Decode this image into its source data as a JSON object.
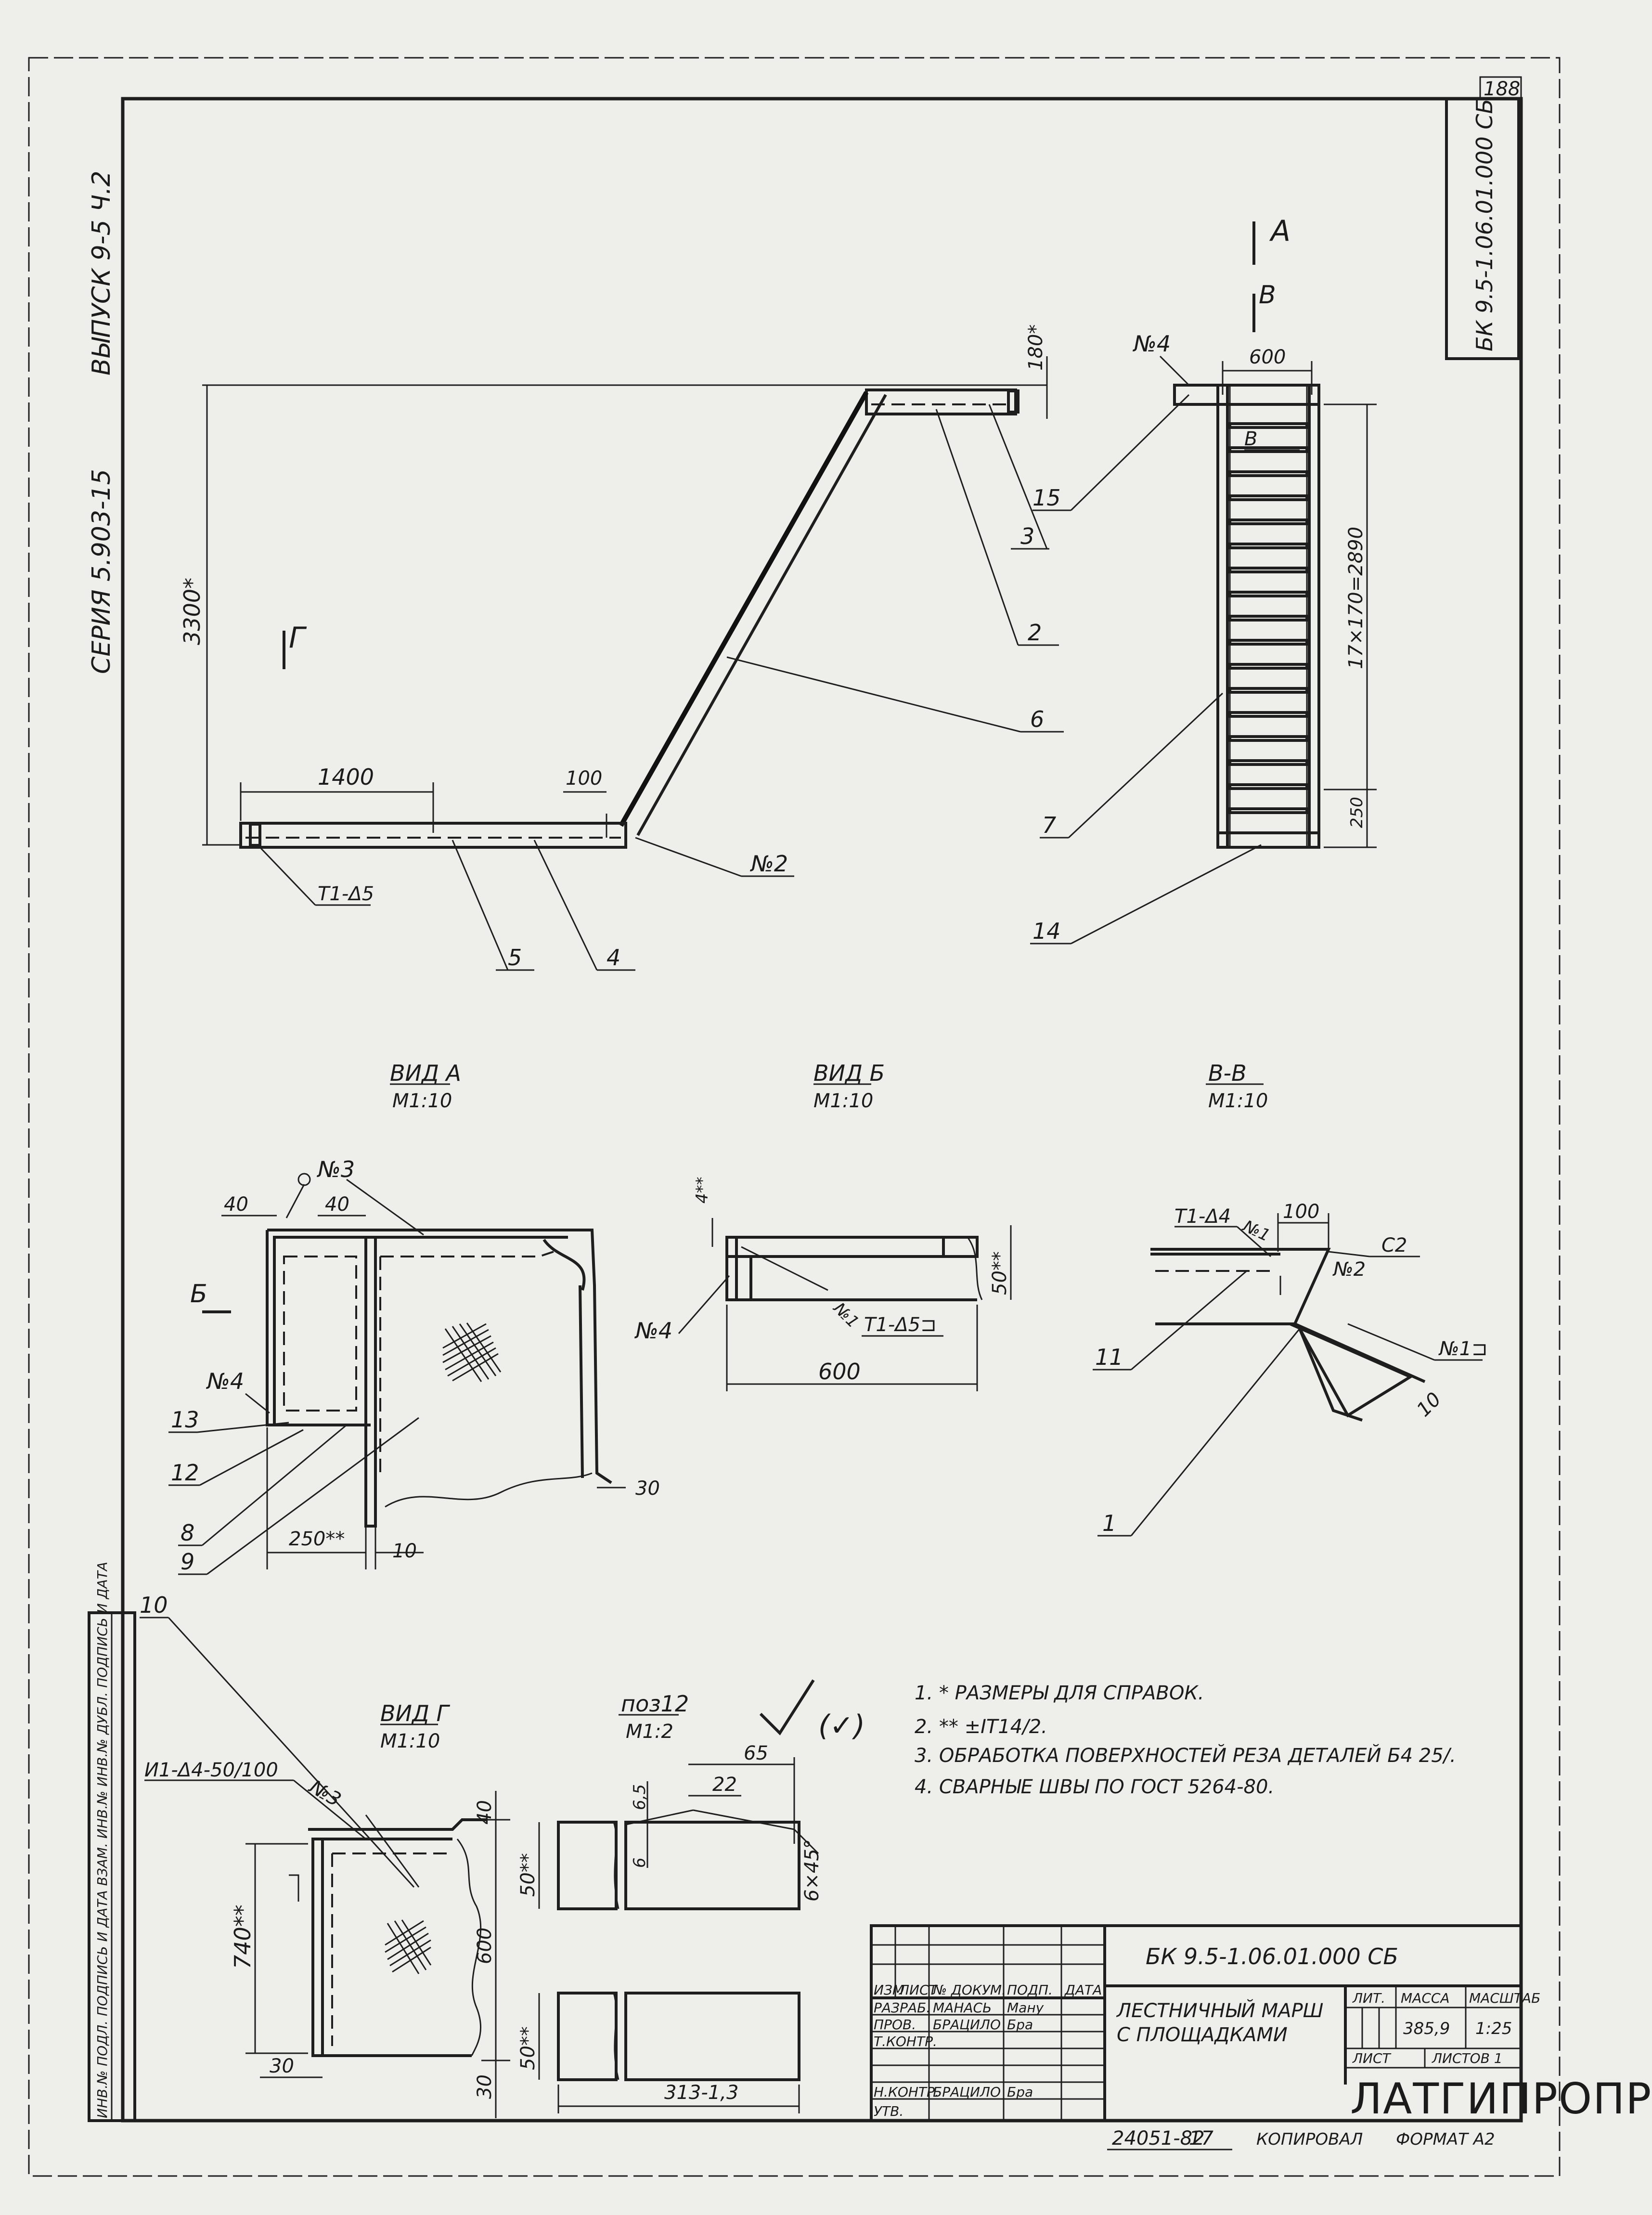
{
  "sheet_number": "188",
  "series_label": "СЕРИЯ 5.903-15",
  "issue_label": "ВЫПУСК 9-5 Ч.2",
  "side_stamp_code": "БК 9.5-1.06.01.000 СБ",
  "view_marks": {
    "a": "А",
    "g": "Г",
    "v": "В",
    "b": "Б"
  },
  "main_view": {
    "height_dim": "3300*",
    "top_dim": "180*",
    "landing_len": "1400",
    "gap_dim": "100",
    "weld_tag_left": "Т1-Δ5",
    "weld_tag_node2": "№2",
    "leaders": [
      "15",
      "3",
      "2",
      "6",
      "5",
      "4"
    ]
  },
  "section_view": {
    "node4": "№4",
    "width_dim": "600",
    "steps_dim": "17×170=2890",
    "bottom_dim": "250",
    "leaders": [
      "7",
      "14"
    ]
  },
  "view_titles": [
    {
      "name": "ВИД А",
      "scale": "М1:10"
    },
    {
      "name": "ВИД Б",
      "scale": "М1:10"
    },
    {
      "name": "В-В",
      "scale": "М1:10"
    }
  ],
  "detail_a": {
    "node3": "№3",
    "dim_40a": "40",
    "dim_40b": "40",
    "node4": "№4",
    "dim_250": "250**",
    "dim_10": "10",
    "dim_30": "30",
    "leaders": [
      "13",
      "12",
      "8",
      "9"
    ]
  },
  "detail_b": {
    "dim_4": "4**",
    "dim_50": "50**",
    "node4": "№4",
    "node1": "№1",
    "weld_tag": "Т1-Δ5⊐",
    "width_dim": "600"
  },
  "detail_bb": {
    "weld_tag": "Т1-Δ4",
    "node1": "№1",
    "dim_100": "100",
    "node2": "№2",
    "c2": "С2",
    "node1b": "№1⊐",
    "dim_10": "10",
    "leaders": [
      "11",
      "1"
    ]
  },
  "leader_10": "10",
  "view_g": {
    "title": "ВИД Г",
    "scale": "М1:10",
    "weld_tag": "И1-Δ4-50/100",
    "node3": "№3",
    "height_dim": "740**",
    "side_dim_40": "40",
    "side_dim_600": "600",
    "bottom_30a": "30",
    "bottom_30b": "30"
  },
  "pos12": {
    "title": "поз12",
    "scale": "М1:2",
    "dim_65": "65",
    "dim_22": "22",
    "dim_65b": "6,5",
    "dim_6": "6",
    "chamfer": "6×45°",
    "dim_50a": "50**",
    "dim_50b": "50**",
    "length": "313-1,3"
  },
  "roughness_mark": "(✓)",
  "notes": [
    "1. * РАЗМЕРЫ ДЛЯ СПРАВОК.",
    "2. ** ±IT14/2.",
    "3. ОБРАБОТКА ПОВЕРХНОСТЕЙ РЕЗА ДЕТАЛЕЙ Б4 25/.",
    "4. СВАРНЫЕ ШВЫ ПО ГОСТ 5264-80."
  ],
  "title_block": {
    "code": "БК 9.5-1.06.01.000 СБ",
    "name_line1": "ЛЕСТНИЧНЫЙ МАРШ",
    "name_line2": "С ПЛОЩАДКАМИ",
    "lit": "ЛИТ.",
    "mass_label": "МАССА",
    "scale_label": "МАСШТАБ",
    "mass": "385,9",
    "scale": "1:25",
    "sheet_label": "ЛИСТ",
    "sheets_label": "ЛИСТОВ 1",
    "org": "ЛАТГИПРОПРОМ",
    "col_headers": [
      "ИЗМ",
      "ЛИСТ",
      "№ ДОКУМ.",
      "ПОДП.",
      "ДАТА"
    ],
    "rows": [
      {
        "role": "РАЗРАБ.",
        "name": "МАНАСЬ",
        "sign": "Ману"
      },
      {
        "role": "ПРОВ.",
        "name": "БРАЦИЛО",
        "sign": "Бра"
      },
      {
        "role": "Т.КОНТР.",
        "name": "",
        "sign": ""
      },
      {
        "role": "Н.КОНТР.",
        "name": "БРАЦИЛО",
        "sign": "Бра"
      },
      {
        "role": "УТВ.",
        "name": "",
        "sign": ""
      }
    ]
  },
  "left_stamp": "ИНВ.№ ПОДЛ.  ПОДПИСЬ И ДАТА  ВЗАМ. ИНВ.№  ИНВ.№ ДУБЛ.  ПОДПИСЬ И ДАТА",
  "footer": {
    "order": "24051-82",
    "num": "17",
    "copied": "КОПИРОВАЛ",
    "format": "ФОРМАТ А2"
  }
}
